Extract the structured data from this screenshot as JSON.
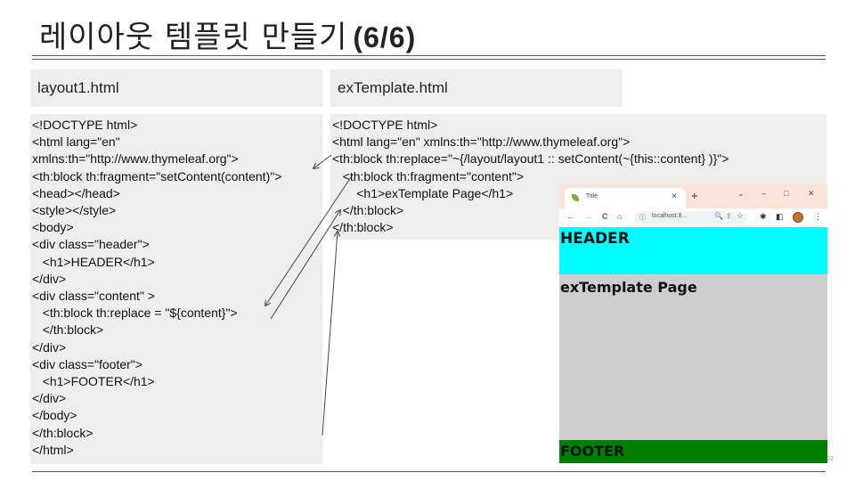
{
  "slide": {
    "title_korean": "레이아웃 템플릿 만들기",
    "title_suffix": "(6/6)",
    "page_number": "22"
  },
  "left_panel": {
    "filename": "layout1.html",
    "code": [
      "<!DOCTYPE html>",
      "<html lang=\"en\"",
      "xmlns:th=\"http://www.thymeleaf.org\">",
      "<th:block th:fragment=\"setContent(content)\">",
      "<head></head>",
      "<style></style>",
      "<body>",
      "<div class=\"header\">",
      "   <h1>HEADER</h1>",
      "</div>",
      "<div class=\"content\" >",
      "   <th:block th:replace = \"${content}\">",
      "   </th:block>",
      "</div>",
      "<div class=\"footer\">",
      "   <h1>FOOTER</h1>",
      "</div>",
      "</body>",
      "</th:block>",
      "</html>"
    ]
  },
  "right_panel": {
    "filename": "exTemplate.html",
    "code": [
      "<!DOCTYPE html>",
      "<html lang=\"en\" xmlns:th=\"http://www.thymeleaf.org\">",
      "<th:block th:replace=\"~{/layout/layout1 :: setContent(~{this::content} )}\">",
      "   <th:block th:fragment=\"content\">",
      "       <h1>exTemplate Page</h1>",
      "   </th:block>",
      "</th:block>"
    ]
  },
  "browser": {
    "tab_title": "Title",
    "tab_close": "×",
    "new_tab": "+",
    "window_controls": [
      "⌄",
      "–",
      "□",
      "✕"
    ],
    "nav_buttons": [
      "←",
      "→",
      "C",
      "⌂"
    ],
    "address": "localhost:8...",
    "address_info": "ⓘ",
    "toolbar_icons": [
      "🔍",
      "⇪",
      "☆",
      "✱",
      "◧",
      "⋮"
    ],
    "page": {
      "header_text": "HEADER",
      "content_text": "exTemplate Page",
      "footer_text": "FOOTER"
    },
    "colors": {
      "tab_strip": "#fbe3da",
      "header_bg": "#00ffff",
      "content_bg": "#cecece",
      "footer_bg": "#008000"
    }
  }
}
